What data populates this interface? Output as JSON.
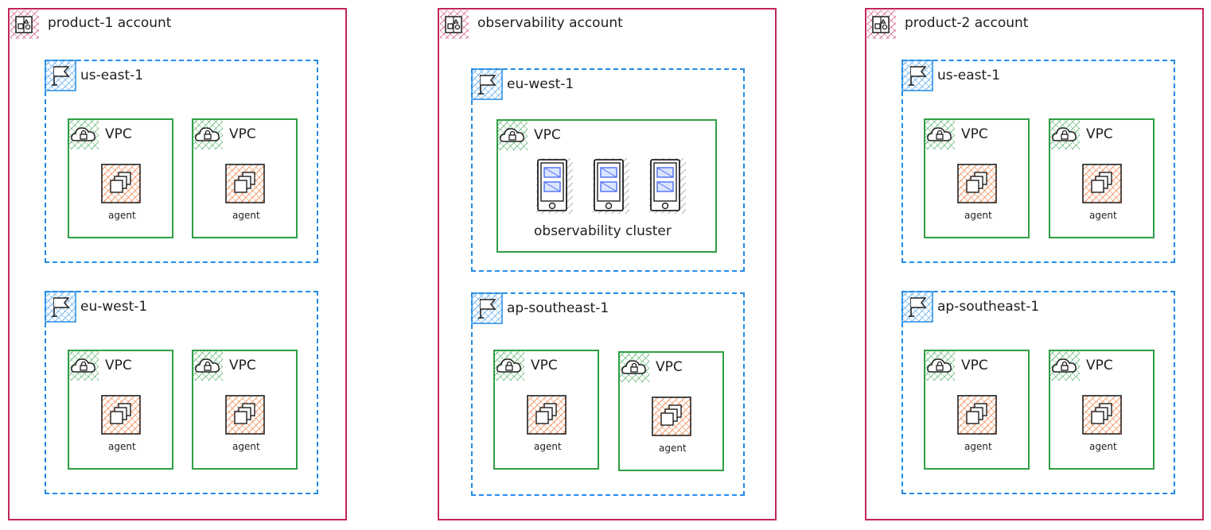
{
  "accounts": [
    {
      "label": "product-1 account",
      "regions": [
        {
          "label": "us-east-1",
          "vpcs": [
            {
              "label": "VPC",
              "agent": "agent"
            },
            {
              "label": "VPC",
              "agent": "agent"
            }
          ]
        },
        {
          "label": "eu-west-1",
          "vpcs": [
            {
              "label": "VPC",
              "agent": "agent"
            },
            {
              "label": "VPC",
              "agent": "agent"
            }
          ]
        }
      ]
    },
    {
      "label": "observability account",
      "regions": [
        {
          "label": "eu-west-1",
          "vpcs": [
            {
              "label": "VPC",
              "cluster": "observability cluster"
            }
          ]
        },
        {
          "label": "ap-southeast-1",
          "vpcs": [
            {
              "label": "VPC",
              "agent": "agent"
            },
            {
              "label": "VPC",
              "agent": "agent"
            }
          ]
        }
      ]
    },
    {
      "label": "product-2 account",
      "regions": [
        {
          "label": "us-east-1",
          "vpcs": [
            {
              "label": "VPC",
              "agent": "agent"
            },
            {
              "label": "VPC",
              "agent": "agent"
            }
          ]
        },
        {
          "label": "ap-southeast-1",
          "vpcs": [
            {
              "label": "VPC",
              "agent": "agent"
            },
            {
              "label": "VPC",
              "agent": "agent"
            }
          ]
        }
      ]
    }
  ],
  "colors": {
    "account": "#c2255c",
    "region": "#228be6",
    "vpc": "#2f9e44",
    "agent": "#e8590c",
    "server_inner": "#4c6ef5"
  }
}
